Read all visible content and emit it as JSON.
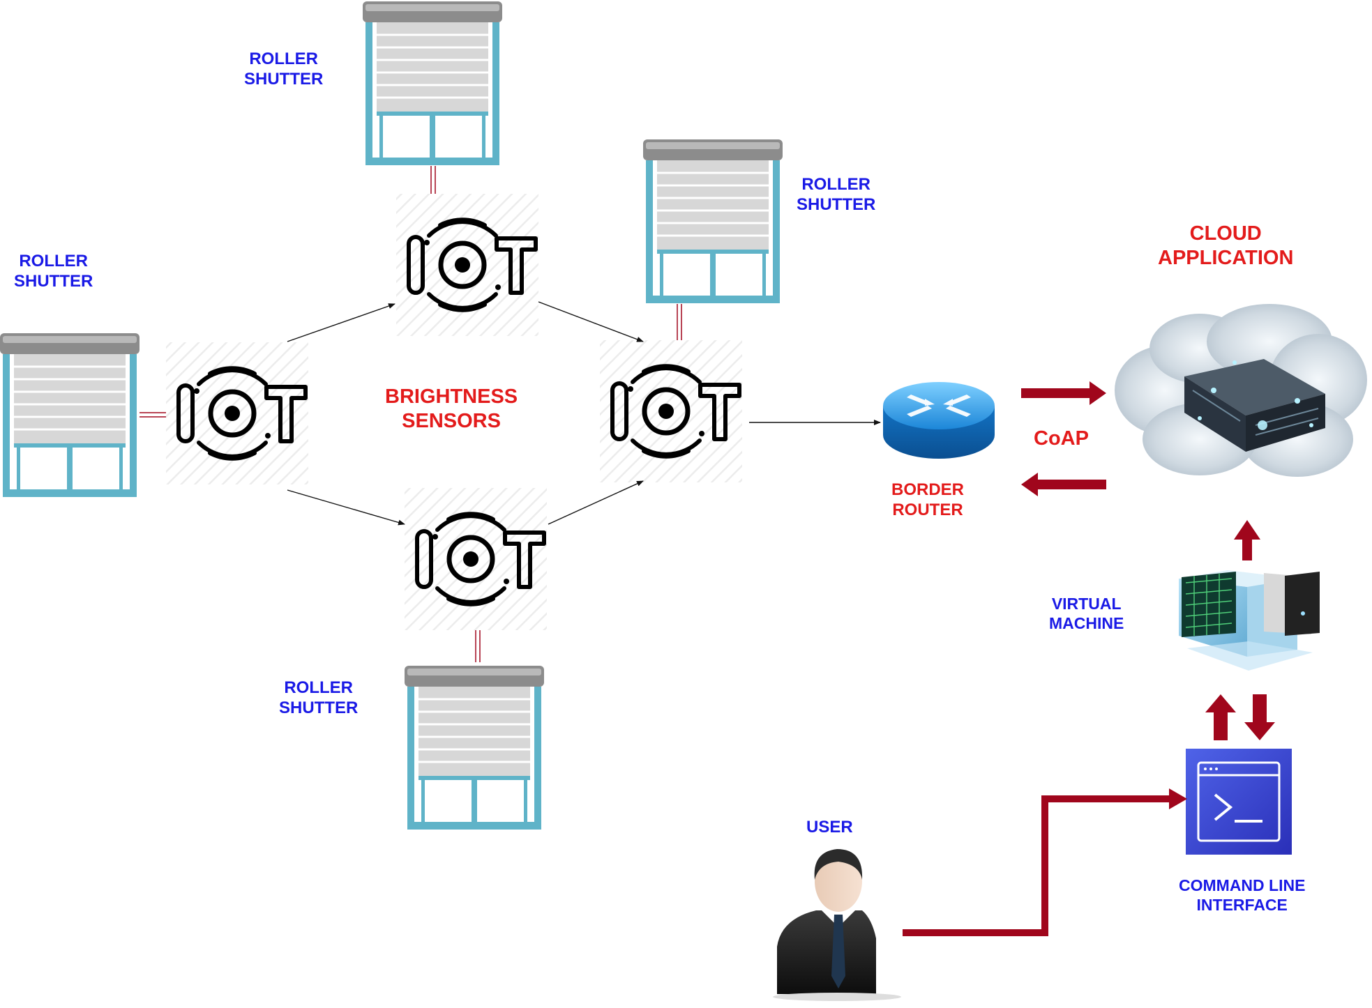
{
  "labels": {
    "shutter_top": [
      "ROLLER",
      "SHUTTER"
    ],
    "shutter_right": [
      "ROLLER",
      "SHUTTER"
    ],
    "shutter_left": [
      "ROLLER",
      "SHUTTER"
    ],
    "shutter_bottom": [
      "ROLLER",
      "SHUTTER"
    ],
    "sensors": [
      "BRIGHTNESS",
      "SENSORS"
    ],
    "border_router": [
      "BORDER",
      "ROUTER"
    ],
    "protocol": "CoAP",
    "cloud": [
      "CLOUD",
      "APPLICATION"
    ],
    "virtual_machine": [
      "VIRTUAL",
      "MACHINE"
    ],
    "user": "USER",
    "cli": [
      "COMMAND LINE",
      "INTERFACE"
    ]
  },
  "icons": {
    "iot_node": "iot-sensor-icon",
    "shutter": "roller-shutter-window-icon",
    "router": "border-router-icon",
    "cloud": "cloud-server-icon",
    "vm": "virtual-machine-icon",
    "terminal": "terminal-icon",
    "user": "user-avatar-icon"
  },
  "colors": {
    "device_label": "#1a1ae6",
    "infra_label": "#e31b1b",
    "flow_arrow": "#a0061c",
    "iot_glyph": "#000000",
    "window_frame": "#5fb3c8",
    "shutter_slats": "#d6d6d6"
  }
}
